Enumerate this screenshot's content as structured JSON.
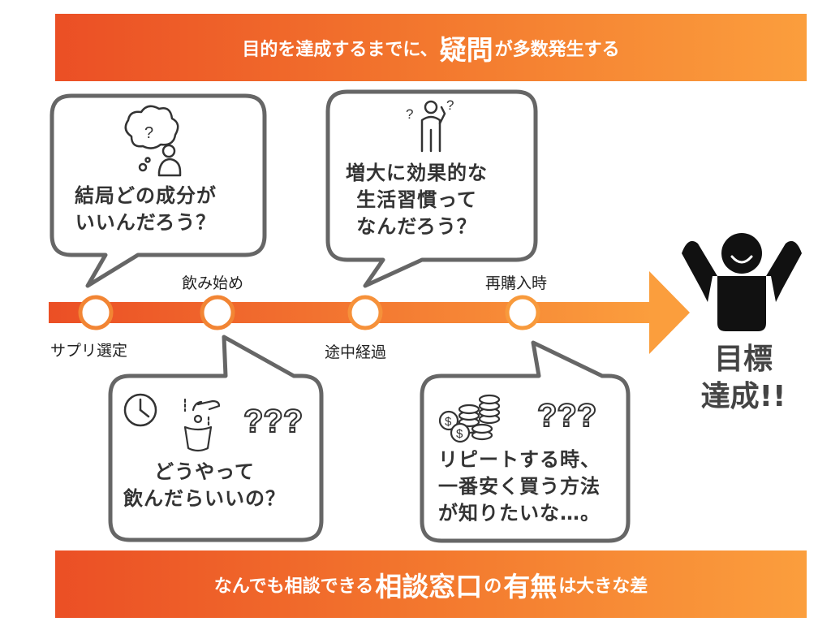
{
  "top_banner": {
    "before": "目的を達成するまでに、",
    "emphasis": "疑問",
    "after": "が多数発生する"
  },
  "bottom_banner": {
    "part1": "なんでも相談できる",
    "emphasis1": "相談窓口",
    "part2": "の",
    "emphasis2": "有無",
    "part3": "は大きな差"
  },
  "timeline": {
    "milestones": [
      {
        "label": "サプリ選定"
      },
      {
        "label": "飲み始め"
      },
      {
        "label": "途中経過"
      },
      {
        "label": "再購入時"
      }
    ]
  },
  "bubbles": [
    {
      "line1": "結局どの成分が",
      "line2": "いいんだろう？"
    },
    {
      "line1": "どうやって",
      "line2": "飲んだらいいの？"
    },
    {
      "line1": "増大に効果的な",
      "line2": "生活習慣って",
      "line3": "なんだろう？"
    },
    {
      "line1": "リピートする時、",
      "line2": "一番安く買う方法",
      "line3": "が知りたいな…。"
    }
  ],
  "goal": {
    "line1": "目標",
    "line2": "達成!!"
  },
  "colors": {
    "accent_start": "#eb4f25",
    "accent_end": "#fb9e3d",
    "bubble_border": "#666666",
    "goal_figure": "#111111"
  }
}
